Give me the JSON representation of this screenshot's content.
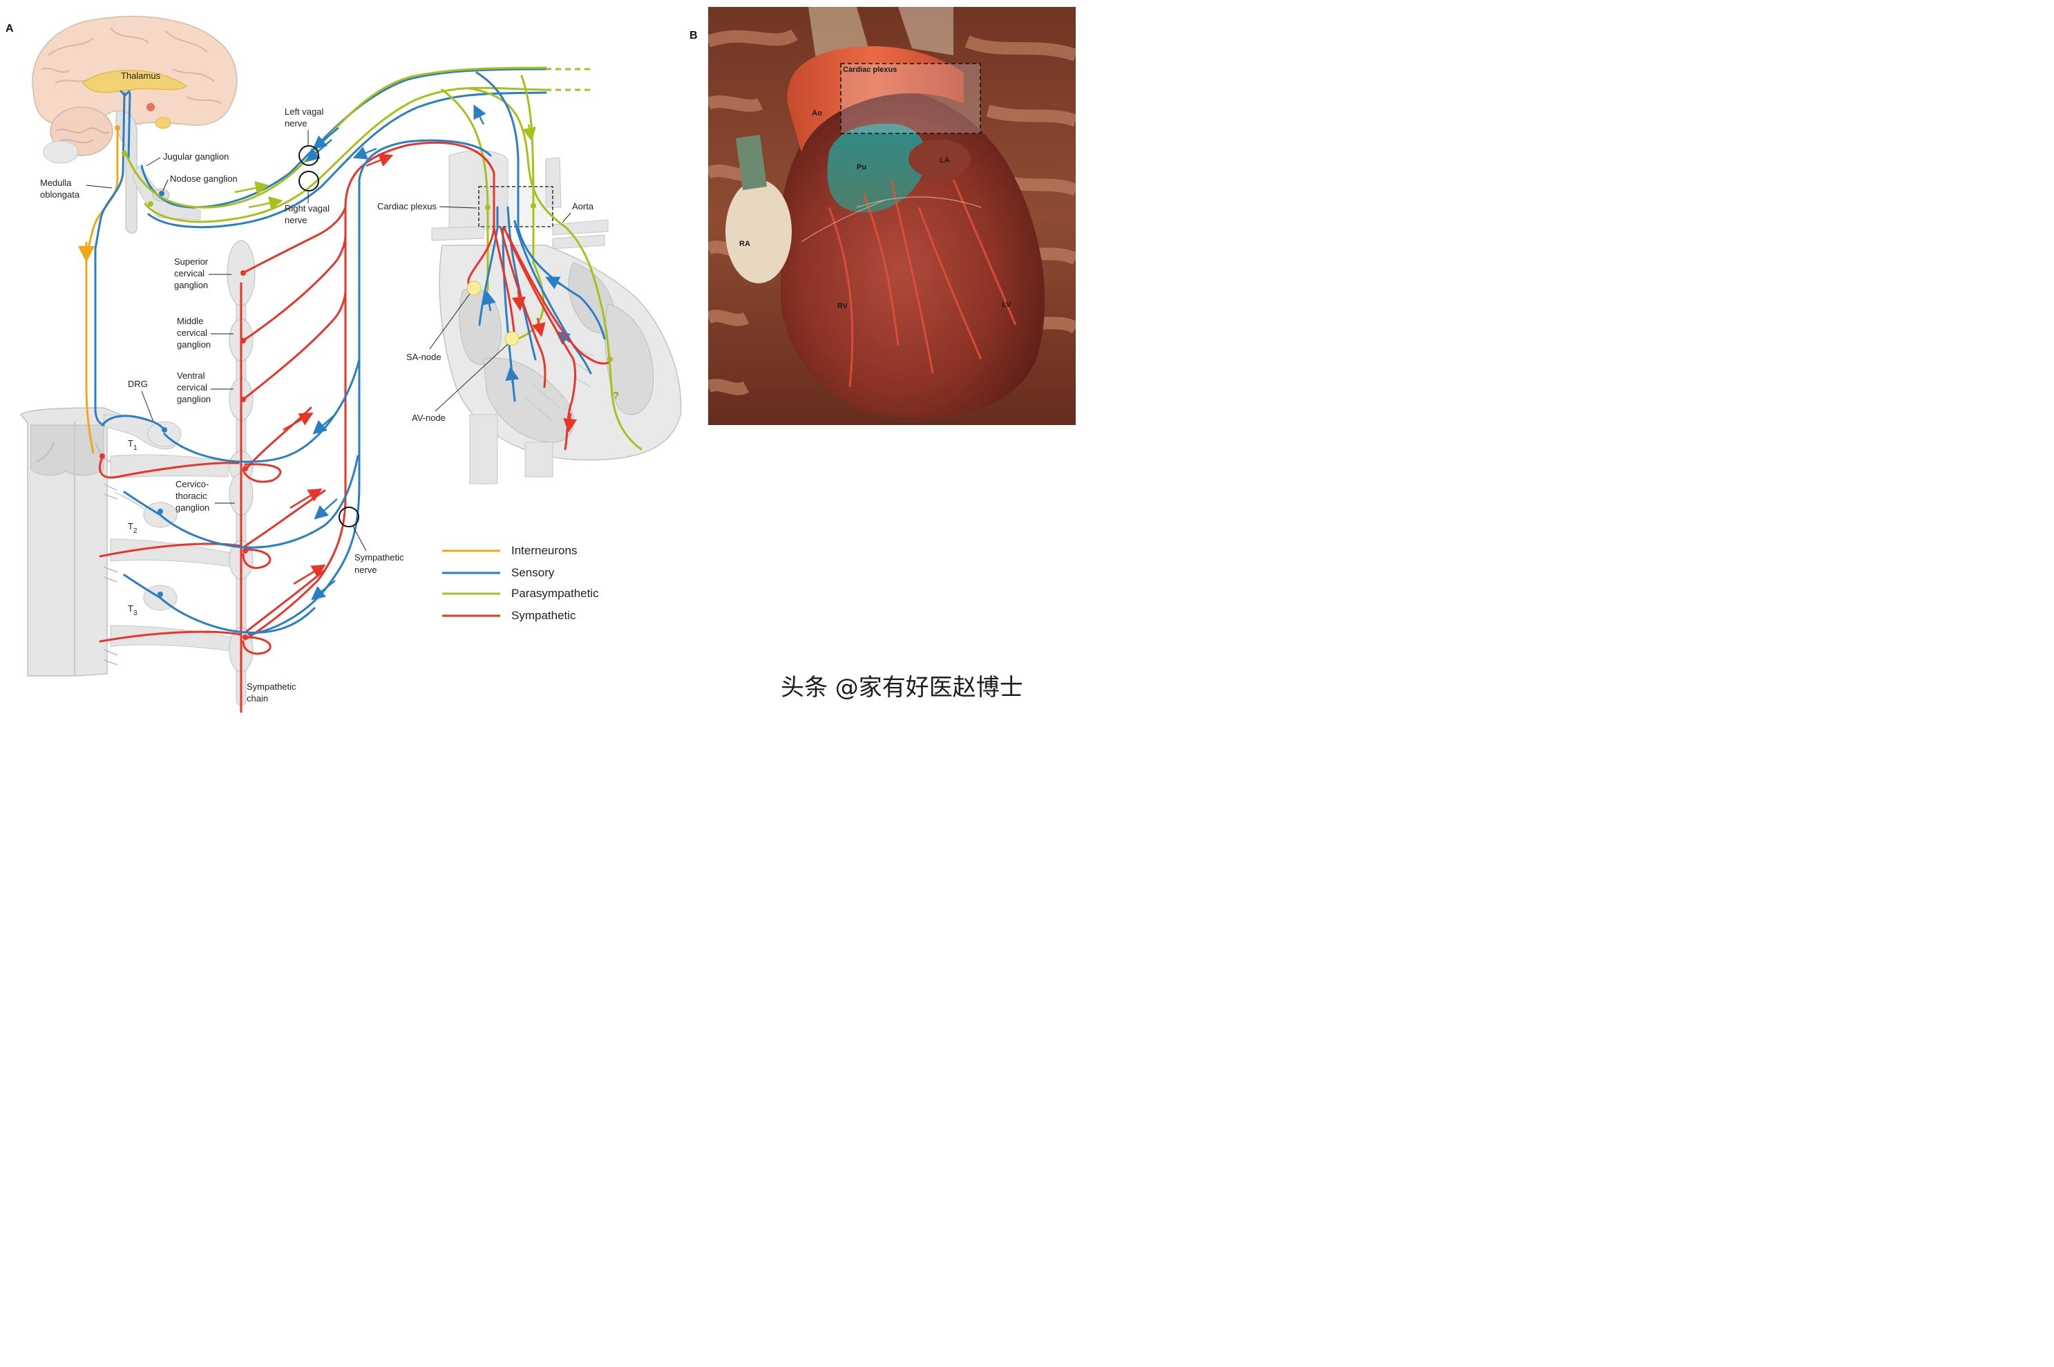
{
  "panels": {
    "a": "A",
    "b": "B"
  },
  "colors": {
    "interneurons": "#f0a818",
    "sensory": "#2a7fc4",
    "parasympathetic": "#a8bf1c",
    "sympathetic": "#e8352a",
    "tissue": "#e4e4e4",
    "tissue_stroke": "#bcbcbc"
  },
  "labels": {
    "thalamus": "Thalamus",
    "jugular": "Jugular ganglion",
    "nodose": "Nodose ganglion",
    "medulla_1": "Medulla",
    "medulla_2": "oblongata",
    "left_vagal_1": "Left vagal",
    "left_vagal_2": "nerve",
    "right_vagal_1": "Right vagal",
    "right_vagal_2": "nerve",
    "cardiac_plexus": "Cardiac plexus",
    "aorta": "Aorta",
    "superior_1": "Superior",
    "superior_2": "cervical",
    "superior_3": "ganglion",
    "middle_1": "Middle",
    "middle_2": "cervical",
    "middle_3": "ganglion",
    "ventral_1": "Ventral",
    "ventral_2": "cervical",
    "ventral_3": "ganglion",
    "drg": "DRG",
    "t1": "T",
    "t1_sub": "1",
    "t2": "T",
    "t2_sub": "2",
    "t3": "T",
    "t3_sub": "3",
    "cervico_1": "Cervico-",
    "cervico_2": "thoracic",
    "cervico_3": "ganglion",
    "sa_node": "SA-node",
    "av_node": "AV-node",
    "symp_nerve_1": "Sympathetic",
    "symp_nerve_2": "nerve",
    "symp_chain_1": "Sympathetic",
    "symp_chain_2": "chain",
    "question": "?"
  },
  "legend": [
    {
      "label": "Interneurons",
      "color": "#f0a818"
    },
    {
      "label": "Sensory",
      "color": "#2a7fc4"
    },
    {
      "label": "Parasympathetic",
      "color": "#a8bf1c"
    },
    {
      "label": "Sympathetic",
      "color": "#e8352a"
    }
  ],
  "photo_labels": {
    "cardiac_plexus": "Cardiac plexus",
    "ao": "Ao",
    "pu": "Pu",
    "la": "LA",
    "ra": "RA",
    "rv": "RV",
    "lv": "LV"
  },
  "watermark": "头条 @家有好医赵博士"
}
